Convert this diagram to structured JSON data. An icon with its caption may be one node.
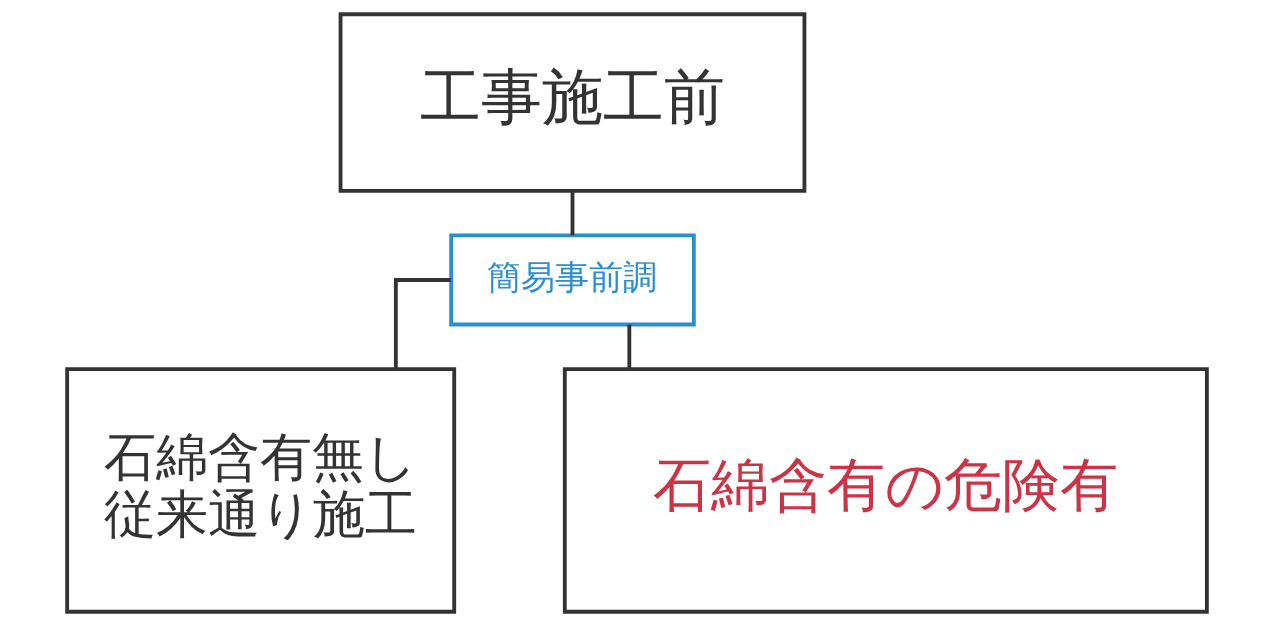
{
  "diagram": {
    "nodes": [
      {
        "text": [
          "工事施工前"
        ]
      },
      {
        "text": [
          "簡易事前調"
        ]
      },
      {
        "text": [
          "石綿含有無し",
          "従来通り施工"
        ]
      },
      {
        "text": [
          "石綿含有の危険有"
        ]
      }
    ],
    "edges": [
      {
        "from": 0,
        "to": 1,
        "arrow": "none"
      },
      {
        "from": 1,
        "to": 2,
        "arrow": "none"
      },
      {
        "from": 1,
        "to": 3,
        "arrow": "none"
      }
    ]
  }
}
